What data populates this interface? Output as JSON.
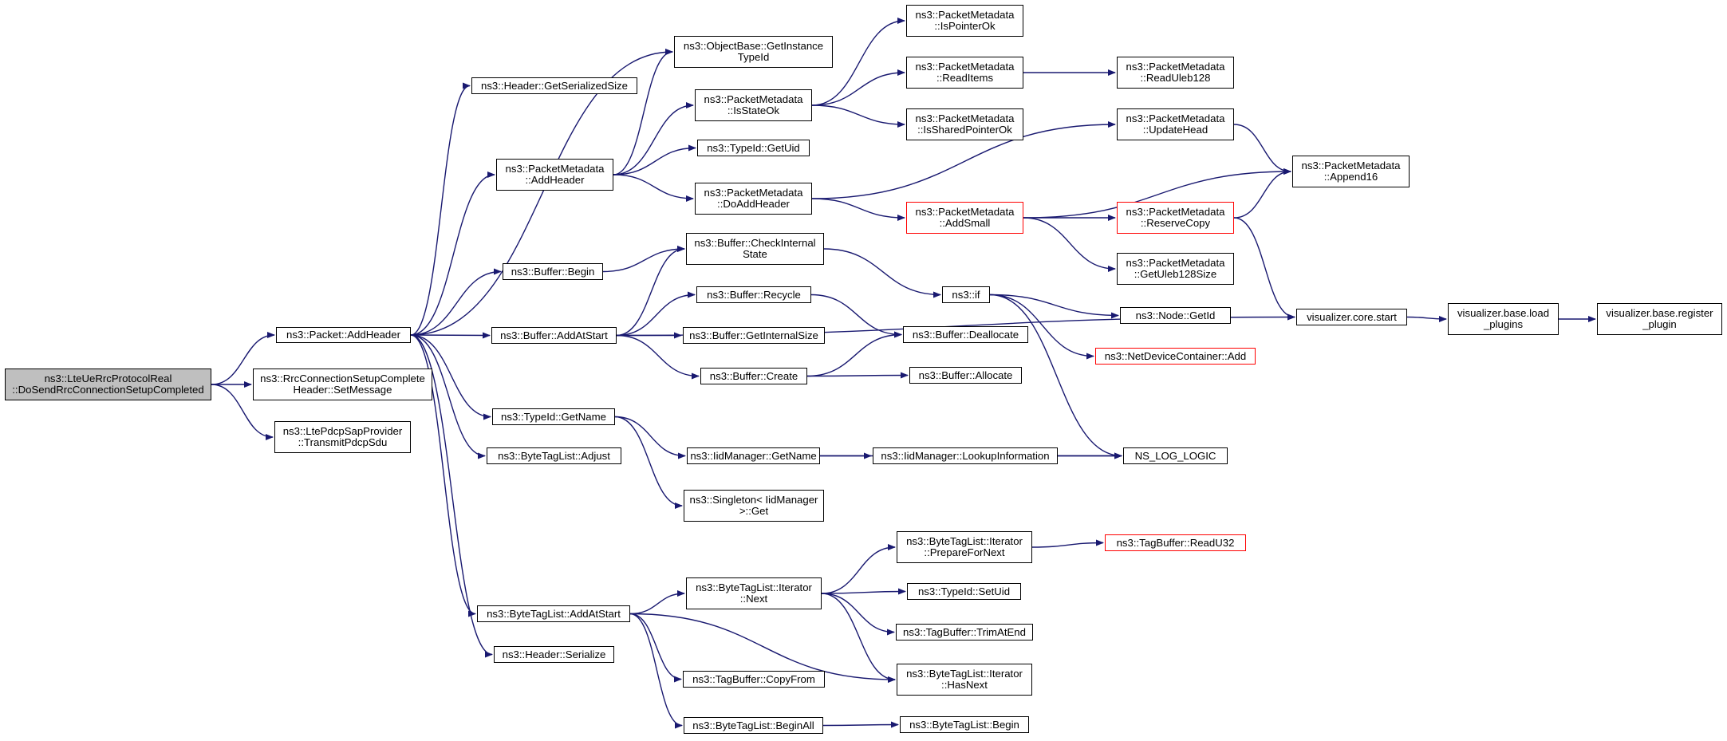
{
  "graph": {
    "edge_color": "#191970",
    "truncated_border_color": "#ff0000",
    "root_fill": "#bfbfbf",
    "nodes": [
      {
        "id": "root",
        "label": "ns3::LteUeRrcProtocolReal\n::DoSendRrcConnectionSetupCompleted",
        "root": true
      },
      {
        "id": "pkt_addheader",
        "label": "ns3::Packet::AddHeader"
      },
      {
        "id": "rrc_setmsg",
        "label": "ns3::RrcConnectionSetupComplete\nHeader::SetMessage"
      },
      {
        "id": "lte_transmit",
        "label": "ns3::LtePdcpSapProvider\n::TransmitPdcpSdu"
      },
      {
        "id": "hdr_getsize",
        "label": "ns3::Header::GetSerializedSize"
      },
      {
        "id": "pm_addheader",
        "label": "ns3::PacketMetadata\n::AddHeader"
      },
      {
        "id": "buf_begin",
        "label": "ns3::Buffer::Begin"
      },
      {
        "id": "buf_addatstart",
        "label": "ns3::Buffer::AddAtStart"
      },
      {
        "id": "typeid_getname",
        "label": "ns3::TypeId::GetName"
      },
      {
        "id": "btl_adjust",
        "label": "ns3::ByteTagList::Adjust"
      },
      {
        "id": "btl_addatstart",
        "label": "ns3::ByteTagList::AddAtStart"
      },
      {
        "id": "hdr_serialize",
        "label": "ns3::Header::Serialize"
      },
      {
        "id": "ob_getinst",
        "label": "ns3::ObjectBase::GetInstance\nTypeId"
      },
      {
        "id": "pm_isstateok",
        "label": "ns3::PacketMetadata\n::IsStateOk"
      },
      {
        "id": "typeid_getuid",
        "label": "ns3::TypeId::GetUid"
      },
      {
        "id": "pm_doaddheader",
        "label": "ns3::PacketMetadata\n::DoAddHeader"
      },
      {
        "id": "buf_checkint",
        "label": "ns3::Buffer::CheckInternal\nState"
      },
      {
        "id": "buf_recycle",
        "label": "ns3::Buffer::Recycle"
      },
      {
        "id": "buf_getintsize",
        "label": "ns3::Buffer::GetInternalSize"
      },
      {
        "id": "buf_create",
        "label": "ns3::Buffer::Create"
      },
      {
        "id": "iid_getname",
        "label": "ns3::IidManager::GetName"
      },
      {
        "id": "singleton_get",
        "label": "ns3::Singleton< IidManager\n>::Get"
      },
      {
        "id": "btl_it_next",
        "label": "ns3::ByteTagList::Iterator\n::Next"
      },
      {
        "id": "tb_copyfrom",
        "label": "ns3::TagBuffer::CopyFrom"
      },
      {
        "id": "btl_beginall",
        "label": "ns3::ByteTagList::BeginAll"
      },
      {
        "id": "pm_ispointerok",
        "label": "ns3::PacketMetadata\n::IsPointerOk"
      },
      {
        "id": "pm_readitems",
        "label": "ns3::PacketMetadata\n::ReadItems"
      },
      {
        "id": "pm_issharedptr",
        "label": "ns3::PacketMetadata\n::IsSharedPointerOk"
      },
      {
        "id": "pm_addsmall",
        "label": "ns3::PacketMetadata\n::AddSmall",
        "truncated": true
      },
      {
        "id": "ns3_if",
        "label": "ns3::if"
      },
      {
        "id": "buf_dealloc",
        "label": "ns3::Buffer::Deallocate"
      },
      {
        "id": "buf_alloc",
        "label": "ns3::Buffer::Allocate"
      },
      {
        "id": "iid_lookup",
        "label": "ns3::IidManager::LookupInformation"
      },
      {
        "id": "btl_it_prep",
        "label": "ns3::ByteTagList::Iterator\n::PrepareForNext"
      },
      {
        "id": "typeid_setuid",
        "label": "ns3::TypeId::SetUid"
      },
      {
        "id": "tb_trimatend",
        "label": "ns3::TagBuffer::TrimAtEnd"
      },
      {
        "id": "btl_it_hasnext",
        "label": "ns3::ByteTagList::Iterator\n::HasNext"
      },
      {
        "id": "btl_begin",
        "label": "ns3::ByteTagList::Begin"
      },
      {
        "id": "pm_readuleb",
        "label": "ns3::PacketMetadata\n::ReadUleb128"
      },
      {
        "id": "pm_updatehead",
        "label": "ns3::PacketMetadata\n::UpdateHead"
      },
      {
        "id": "pm_reservecopy",
        "label": "ns3::PacketMetadata\n::ReserveCopy",
        "truncated": true
      },
      {
        "id": "pm_getulebsize",
        "label": "ns3::PacketMetadata\n::GetUleb128Size"
      },
      {
        "id": "node_getid",
        "label": "ns3::Node::GetId"
      },
      {
        "id": "ndc_add",
        "label": "ns3::NetDeviceContainer::Add",
        "truncated": true
      },
      {
        "id": "ns_log_logic",
        "label": "NS_LOG_LOGIC"
      },
      {
        "id": "tb_readu32",
        "label": "ns3::TagBuffer::ReadU32",
        "truncated": true
      },
      {
        "id": "pm_append16",
        "label": "ns3::PacketMetadata\n::Append16"
      },
      {
        "id": "viz_start",
        "label": "visualizer.core.start"
      },
      {
        "id": "viz_load",
        "label": "visualizer.base.load\n_plugins"
      },
      {
        "id": "viz_register",
        "label": "visualizer.base.register\n_plugin"
      }
    ],
    "edges": [
      [
        "root",
        "pkt_addheader"
      ],
      [
        "root",
        "rrc_setmsg"
      ],
      [
        "root",
        "lte_transmit"
      ],
      [
        "pkt_addheader",
        "hdr_getsize"
      ],
      [
        "pkt_addheader",
        "ob_getinst"
      ],
      [
        "pkt_addheader",
        "pm_addheader"
      ],
      [
        "pkt_addheader",
        "buf_begin"
      ],
      [
        "pkt_addheader",
        "buf_addatstart"
      ],
      [
        "pkt_addheader",
        "typeid_getname"
      ],
      [
        "pkt_addheader",
        "btl_adjust"
      ],
      [
        "pkt_addheader",
        "btl_addatstart"
      ],
      [
        "pkt_addheader",
        "hdr_serialize"
      ],
      [
        "pm_addheader",
        "ob_getinst"
      ],
      [
        "pm_addheader",
        "pm_isstateok"
      ],
      [
        "pm_addheader",
        "typeid_getuid"
      ],
      [
        "pm_addheader",
        "pm_doaddheader"
      ],
      [
        "pm_isstateok",
        "pm_ispointerok"
      ],
      [
        "pm_isstateok",
        "pm_readitems"
      ],
      [
        "pm_isstateok",
        "pm_issharedptr"
      ],
      [
        "pm_readitems",
        "pm_readuleb"
      ],
      [
        "pm_doaddheader",
        "pm_updatehead"
      ],
      [
        "pm_doaddheader",
        "pm_addsmall"
      ],
      [
        "pm_updatehead",
        "pm_append16"
      ],
      [
        "pm_addsmall",
        "pm_append16"
      ],
      [
        "pm_addsmall",
        "pm_reservecopy"
      ],
      [
        "pm_addsmall",
        "pm_getulebsize"
      ],
      [
        "pm_reservecopy",
        "pm_append16"
      ],
      [
        "pm_reservecopy",
        "viz_start"
      ],
      [
        "viz_start",
        "viz_load"
      ],
      [
        "viz_load",
        "viz_register"
      ],
      [
        "buf_begin",
        "buf_checkint"
      ],
      [
        "buf_addatstart",
        "buf_checkint"
      ],
      [
        "buf_addatstart",
        "buf_recycle"
      ],
      [
        "buf_addatstart",
        "buf_getintsize"
      ],
      [
        "buf_addatstart",
        "buf_create"
      ],
      [
        "buf_addatstart",
        "viz_start"
      ],
      [
        "buf_checkint",
        "ns3_if"
      ],
      [
        "ns3_if",
        "node_getid"
      ],
      [
        "ns3_if",
        "ndc_add"
      ],
      [
        "ns3_if",
        "ns_log_logic"
      ],
      [
        "buf_recycle",
        "buf_dealloc"
      ],
      [
        "buf_create",
        "buf_dealloc"
      ],
      [
        "buf_create",
        "buf_alloc"
      ],
      [
        "typeid_getname",
        "iid_getname"
      ],
      [
        "typeid_getname",
        "singleton_get"
      ],
      [
        "iid_getname",
        "iid_lookup"
      ],
      [
        "iid_getname",
        "ns_log_logic"
      ],
      [
        "iid_lookup",
        "ns_log_logic"
      ],
      [
        "btl_addatstart",
        "btl_it_next"
      ],
      [
        "btl_addatstart",
        "btl_it_hasnext"
      ],
      [
        "btl_addatstart",
        "tb_copyfrom"
      ],
      [
        "btl_addatstart",
        "btl_beginall"
      ],
      [
        "btl_it_next",
        "btl_it_prep"
      ],
      [
        "btl_it_next",
        "typeid_setuid"
      ],
      [
        "btl_it_next",
        "tb_trimatend"
      ],
      [
        "btl_it_next",
        "btl_it_hasnext"
      ],
      [
        "btl_it_prep",
        "tb_readu32"
      ],
      [
        "btl_beginall",
        "btl_begin"
      ]
    ]
  }
}
